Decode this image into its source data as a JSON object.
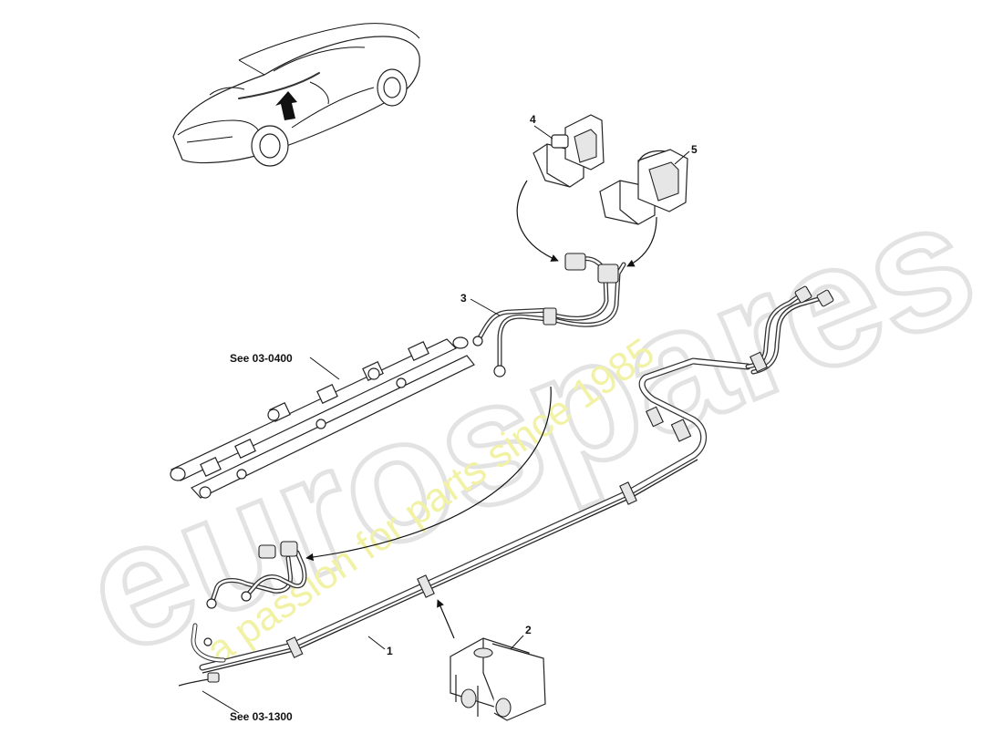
{
  "watermark": {
    "brand": "eurospares",
    "tagline": "a passion for parts since 1985"
  },
  "callouts": {
    "c1": "1",
    "c2": "2",
    "c3": "3",
    "c4": "4",
    "c5": "5"
  },
  "references": {
    "fuel_rail": "See 03-0400",
    "fuel_feed": "See 03-1300"
  }
}
